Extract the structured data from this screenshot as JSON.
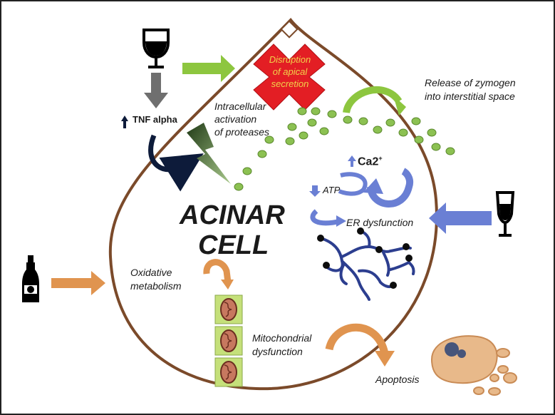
{
  "labels": {
    "disruption": "Disruption\nof apical\nsecretion",
    "release": "Release of zymogen\ninto interstitial space",
    "tnf": "TNF alpha",
    "intracellular": "Intracellular\nactivation\nof proteases",
    "ca": "Ca2",
    "ca_sup": "+",
    "atp": "ATP",
    "er": "ER dysfunction",
    "acinar": "ACINAR",
    "cell": "CELL",
    "oxidative": "Oxidative\nmetabolism",
    "mito": "Mitochondrial\ndysfunction",
    "apoptosis": "Apoptosis"
  },
  "icons": [
    "wine-glass-icon",
    "champagne-flute-icon",
    "liquor-bottle-icon",
    "mitochondrion-icon",
    "lightning-icon",
    "up-arrow-icon",
    "down-arrow-icon"
  ],
  "colors": {
    "cell_outline": "#7b4a2a",
    "green_arrow": "#8dc63f",
    "blue_arrow": "#6a7fd4",
    "orange_arrow": "#e0944f",
    "grey_arrow": "#6f6f6f",
    "zymogen_granule": "#8cc152",
    "red_cross": "#e31e24",
    "mito_box": "#c5e07a",
    "apoptotic_cell": "#e8b98a"
  }
}
